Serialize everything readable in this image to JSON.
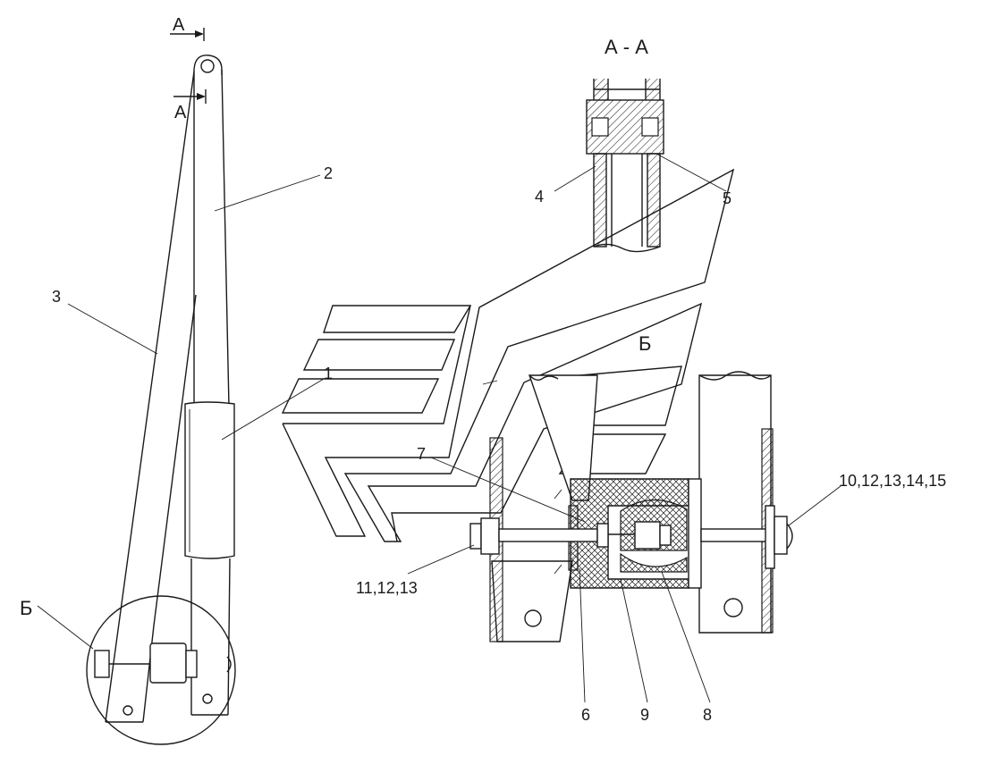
{
  "section_marks": {
    "top": "А",
    "bottom": "А",
    "section_title": "А - А",
    "detail_view_b": "Б",
    "detail_callout_b": "Б"
  },
  "callouts": {
    "c1": "1",
    "c2": "2",
    "c3": "3",
    "c4": "4",
    "c5": "5",
    "c6": "6",
    "c7": "7",
    "c8": "8",
    "c9": "9",
    "c10": "10,12,13,14,15",
    "c11": "11,12,13"
  },
  "colors": {
    "line": "#1a1a1a",
    "background": "#ffffff"
  }
}
